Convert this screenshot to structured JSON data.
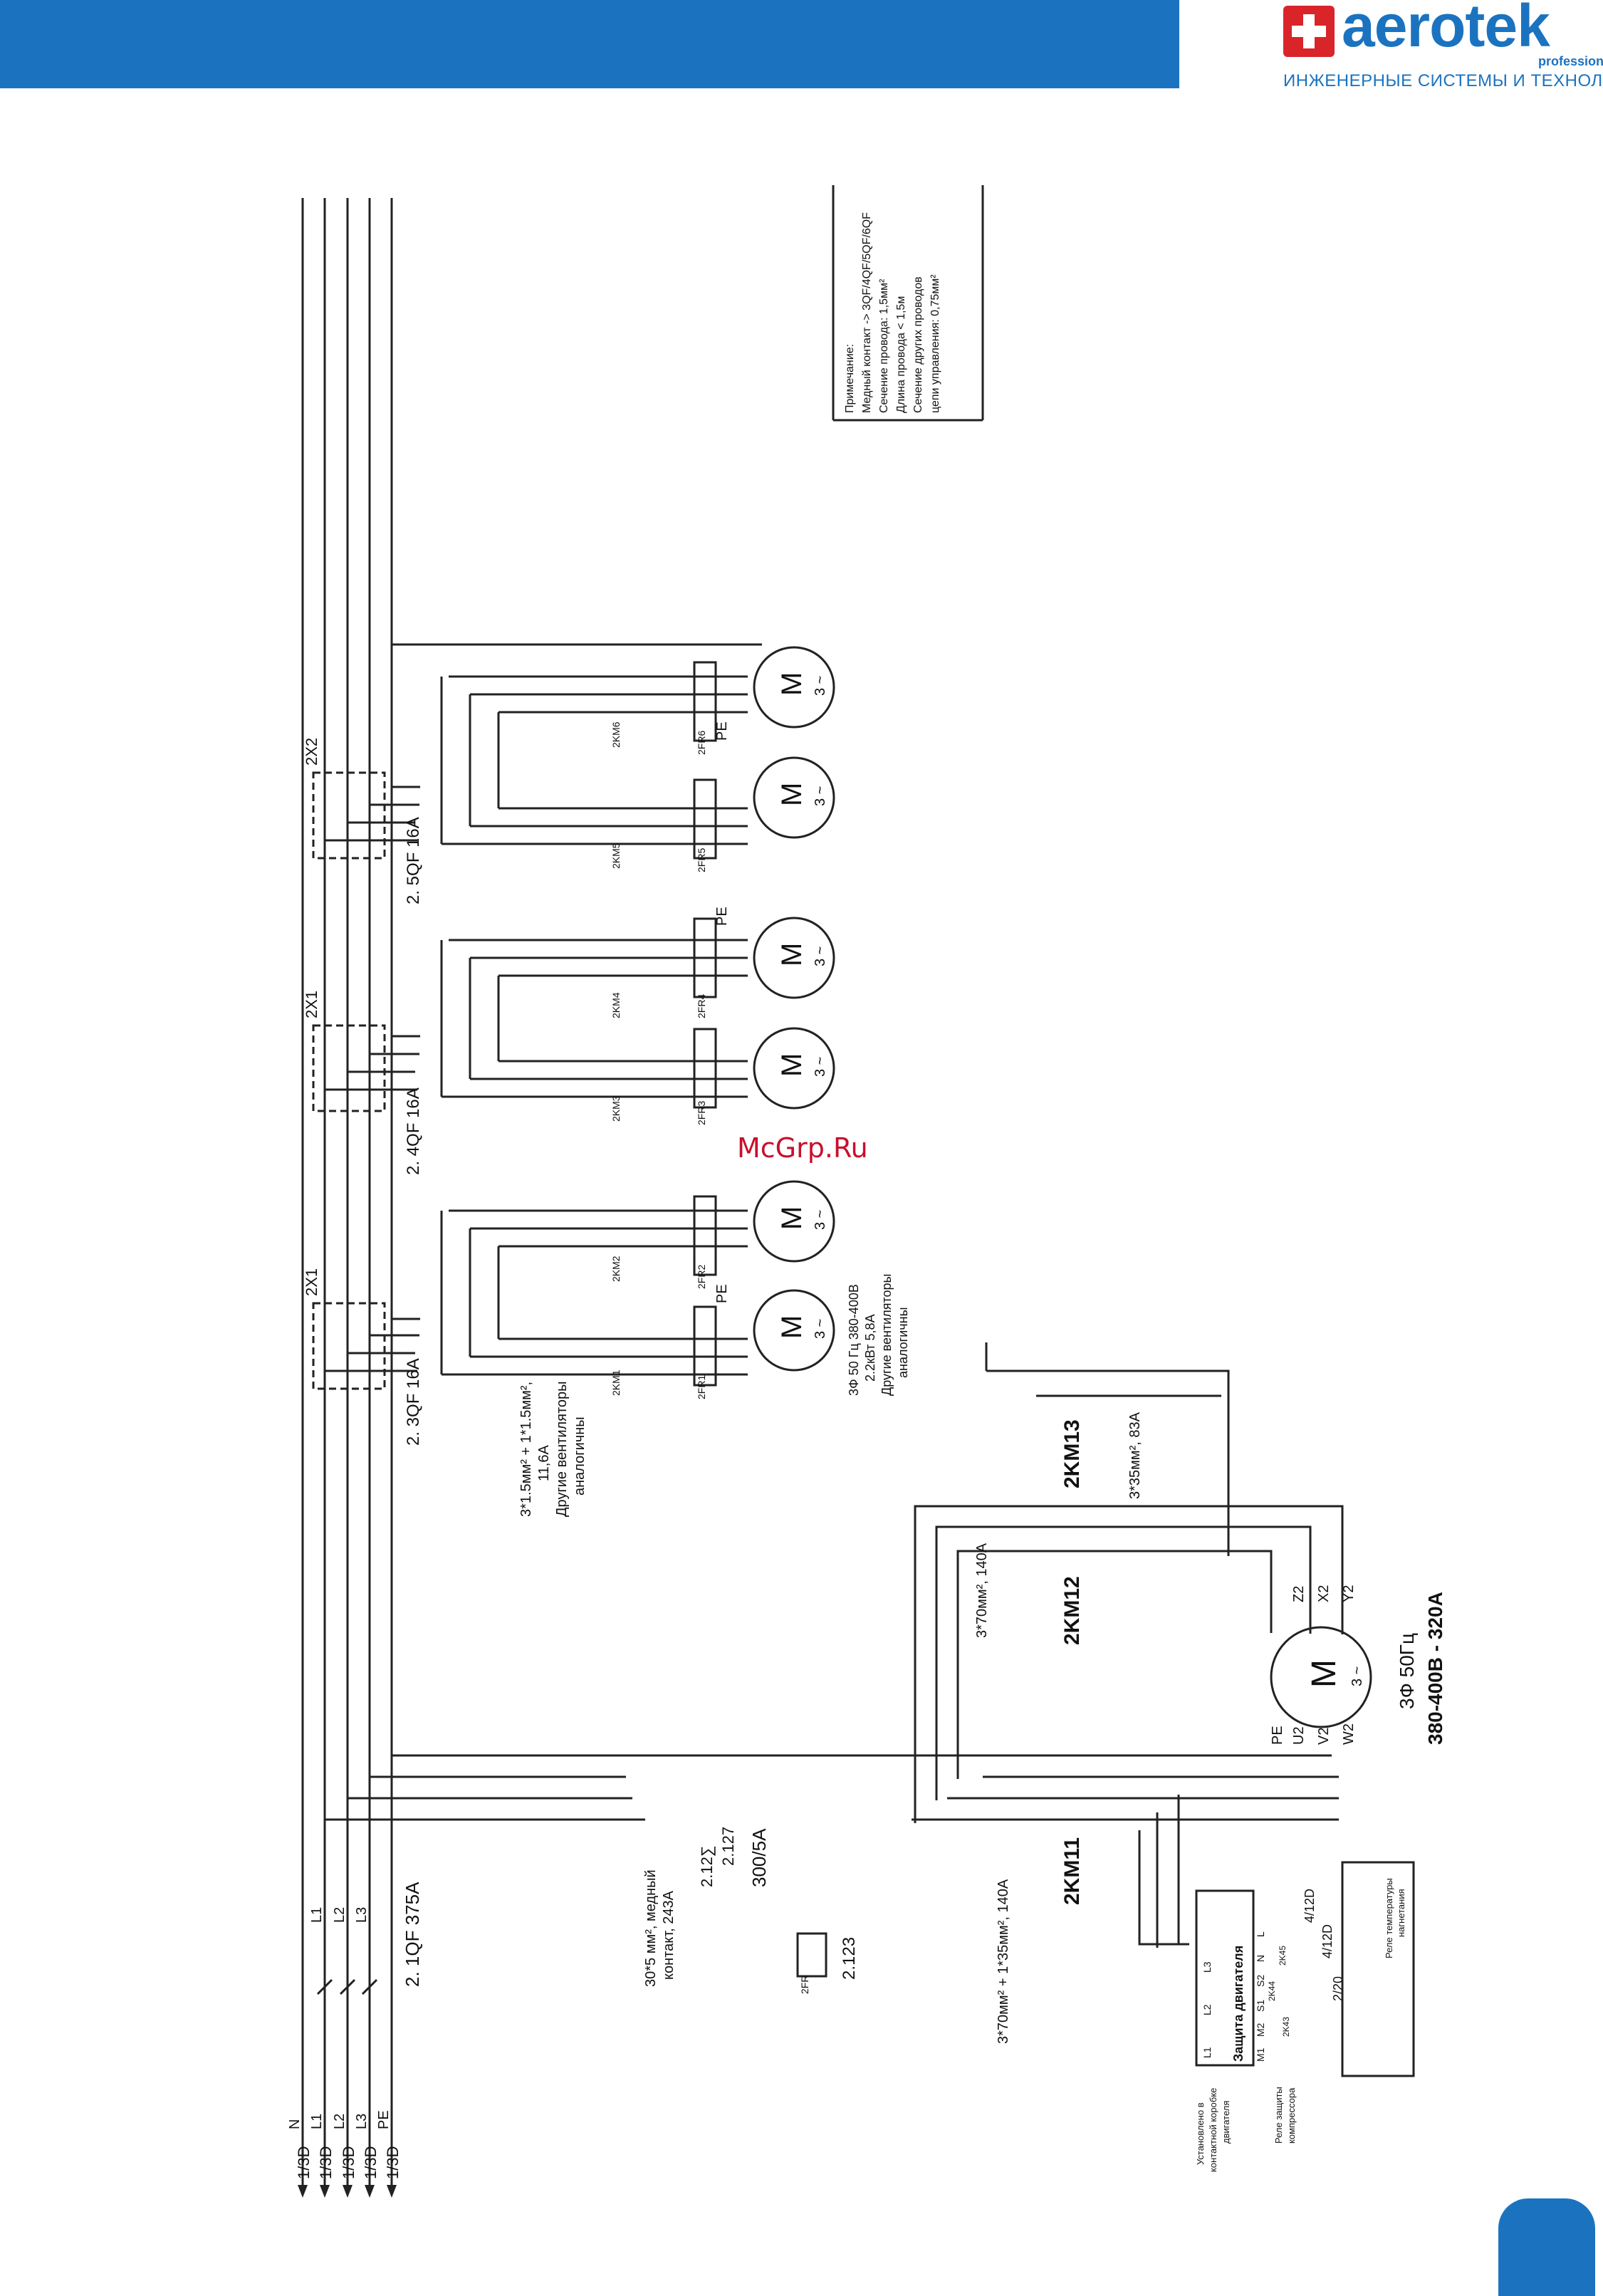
{
  "brand": {
    "name": "aerotek",
    "sub": "professional",
    "tagline": "ИНЖЕНЕРНЫЕ СИСТЕМЫ И ТЕХНОЛОГИИ",
    "accent": "#1b73c0",
    "cross_color": "#d9242a"
  },
  "watermark": "McGrp.Ru",
  "note": {
    "title": "Примечание:",
    "lines": [
      "Медный контакт -> 3QF/4QF/5QF/6QF",
      "Сечение провода: 1,5мм²",
      "Длина провода < 1,5м",
      "Сечение других проводов",
      "цепи управления: 0,75мм²"
    ]
  },
  "bus": {
    "refs": [
      "1/3D",
      "1/3D",
      "1/3D",
      "1/3D",
      "1/3D"
    ],
    "lines": [
      "N",
      "L1",
      "L2",
      "L3",
      "PE"
    ],
    "breaker_lines": [
      "L1",
      "L2",
      "L3"
    ],
    "main_breaker": "2. 1QF 375A"
  },
  "fans": {
    "breakers": [
      "2. 3QF 16A",
      "2. 4QF 16A",
      "2. 5QF 16A"
    ],
    "terminal_blocks": [
      "2X1",
      "2X1",
      "2X2"
    ],
    "contactors": [
      "2KM1",
      "2KM2",
      "2KM3",
      "2KM4",
      "2KM5",
      "2KM6"
    ],
    "relays": [
      "2FR1",
      "2FR2",
      "2FR3",
      "2FR4",
      "2FR5",
      "2FR6"
    ],
    "motor_letter": "M",
    "motor_phase": "3 ~",
    "pe_label": "PE",
    "cable": [
      "3*1.5мм² + 1*1.5мм²,",
      "11,6A",
      "Другие вентиляторы",
      "аналогичны"
    ],
    "fan_spec": [
      "3Ф 50 Гц 380-400В",
      "2.2кВт 5,8A",
      "Другие вентиляторы",
      "аналогичны"
    ]
  },
  "compressor": {
    "contactors": [
      "2KM11",
      "2KM12",
      "2KM13"
    ],
    "cable_main": [
      "30*5 мм², медный",
      "контакт, 243А"
    ],
    "ct_labels": [
      "2.12∑",
      "2.127",
      "300/5А"
    ],
    "relay_2fr": "2FR",
    "relay_2fr_ref": "2.123",
    "cable_km11": "3*70мм² + 1*35мм², 140A",
    "cable_km12": "3*70мм², 140A",
    "cable_km13": "3*35мм², 83A",
    "motor_letter": "M",
    "motor_phase": "3 ~",
    "motor_terminals_left": [
      "PE",
      "U2",
      "V2",
      "W2"
    ],
    "motor_terminals_right": [
      "Z2",
      "X2",
      "Y2"
    ],
    "motor_spec": [
      "3Ф 50Гц",
      "380-400В - 320А"
    ]
  },
  "protection": {
    "module_title": "Защита двигателя",
    "top_terminals": [
      "L1",
      "L2",
      "L3"
    ],
    "bottom_terminals": [
      "M1",
      "M2",
      "S1",
      "S2",
      "N",
      "L"
    ],
    "refs": [
      "4/12D",
      "4/12D",
      "2/20"
    ],
    "relay_labels": [
      "2K45",
      "2K44",
      "2K43"
    ],
    "install_note": [
      "Установлено в",
      "контактной коробке",
      "двигателя"
    ],
    "relay_compressor": [
      "Реле защиты",
      "компрессора"
    ],
    "relay_temp": [
      "Реле температуры",
      "нагнетания"
    ]
  }
}
